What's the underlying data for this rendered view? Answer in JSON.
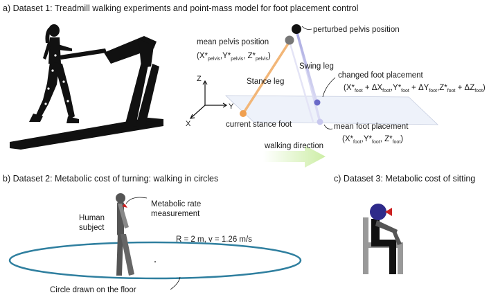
{
  "panel_a": {
    "title": "a) Dataset 1: Treadmill walking experiments and point-mass model for foot placement control",
    "perturbed_pelvis": "perturbed pelvis position",
    "mean_pelvis": "mean pelvis position",
    "stance_leg": "Stance leg",
    "swing_leg": "Swing leg",
    "changed_foot": "changed foot placement",
    "mean_foot": "mean foot placement",
    "current_stance_foot": "current stance foot",
    "walking_direction": "walking direction",
    "axes": {
      "z": "Z",
      "y": "Y",
      "x": "X"
    }
  },
  "panel_b": {
    "title": "b) Dataset 2: Metabolic cost of turning: walking in circles",
    "human_subject_1": "Human",
    "human_subject_2": "subject",
    "metabolic_1": "Metabolic rate",
    "metabolic_2": "measurement",
    "params": "R = 2 m, v = 1.26 m/s",
    "circle_caption": "Circle drawn on the floor"
  },
  "panel_c": {
    "title": "c) Dataset 3: Metabolic cost of sitting"
  },
  "colors": {
    "stance_leg": "#f0b070",
    "swing_leg": "#b8b8e8",
    "circle": "#2f7f9f",
    "head_blue": "#2e2a8a",
    "mask_red": "#cc2020",
    "arrow_green": "#d4f0b0"
  }
}
